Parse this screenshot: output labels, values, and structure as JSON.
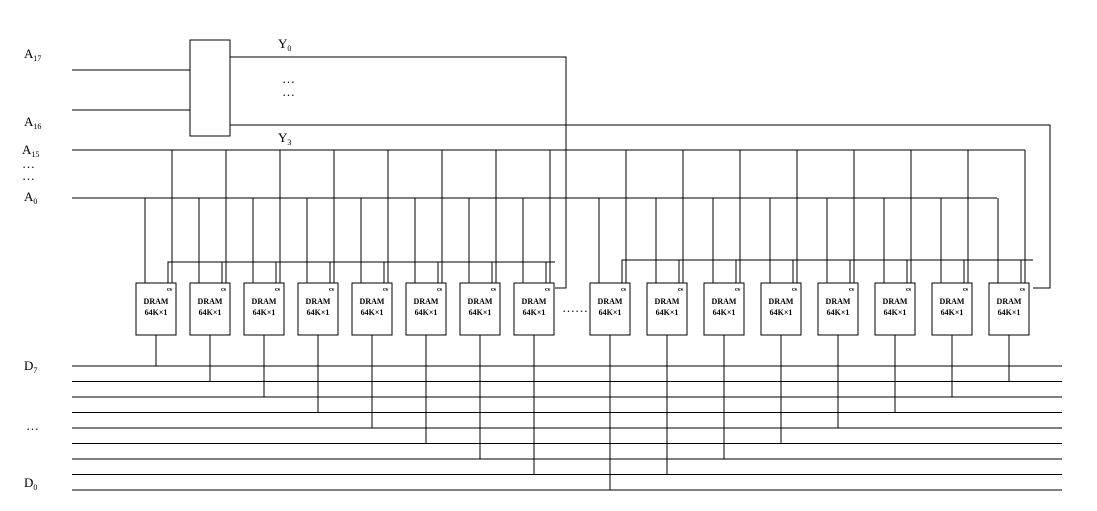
{
  "labels": {
    "a17": "A",
    "a17_sub": "17",
    "a16": "A",
    "a16_sub": "16",
    "a15": "A",
    "a15_sub": "15",
    "addr_ellipsis": "…",
    "a0": "A",
    "a0_sub": "0",
    "y0": "Y",
    "y0_sub": "0",
    "decoder_dots": "…",
    "y3": "Y",
    "y3_sub": "3",
    "d7": "D",
    "d7_sub": "7",
    "data_ellipsis": "…",
    "d0": "D",
    "d0_sub": "0",
    "chip_gap": "……"
  },
  "chip": {
    "cs": "cs",
    "name": "DRAM",
    "size": "64K×1"
  },
  "chip_count_left": 8,
  "chip_count_right": 8
}
